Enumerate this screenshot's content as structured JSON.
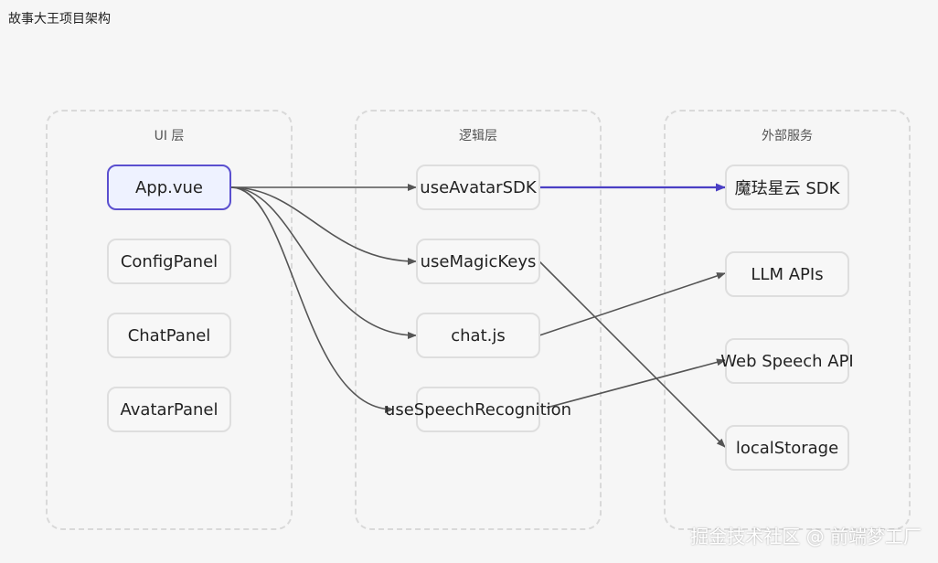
{
  "title": "故事大王项目架构",
  "groups": {
    "ui": {
      "label": "UI 层"
    },
    "logic": {
      "label": "逻辑层"
    },
    "external": {
      "label": "外部服务"
    }
  },
  "nodes": {
    "app_vue": "App.vue",
    "config_panel": "ConfigPanel",
    "chat_panel": "ChatPanel",
    "avatar_panel": "AvatarPanel",
    "use_avatar_sdk": "useAvatarSDK",
    "use_magic_keys": "useMagicKeys",
    "chat_js": "chat.js",
    "use_speech_recognition": "useSpeechRecognition",
    "mofa_sdk": "魔珐星云 SDK",
    "llm_apis": "LLM APIs",
    "web_speech_api": "Web Speech API",
    "local_storage": "localStorage"
  },
  "edges": [
    {
      "from": "App.vue",
      "to": "useAvatarSDK"
    },
    {
      "from": "App.vue",
      "to": "useMagicKeys"
    },
    {
      "from": "App.vue",
      "to": "chat.js"
    },
    {
      "from": "App.vue",
      "to": "useSpeechRecognition"
    },
    {
      "from": "useAvatarSDK",
      "to": "魔珐星云 SDK"
    },
    {
      "from": "useMagicKeys",
      "to": "localStorage"
    },
    {
      "from": "chat.js",
      "to": "LLM APIs"
    },
    {
      "from": "useSpeechRecognition",
      "to": "Web Speech API"
    }
  ],
  "colors": {
    "highlight_border": "#5a4fcf",
    "highlight_fill": "#eef2ff",
    "primary_edge": "#4a3fc4",
    "edge": "#555555"
  },
  "watermark": "掘金技术社区 @ 前端梦工厂"
}
